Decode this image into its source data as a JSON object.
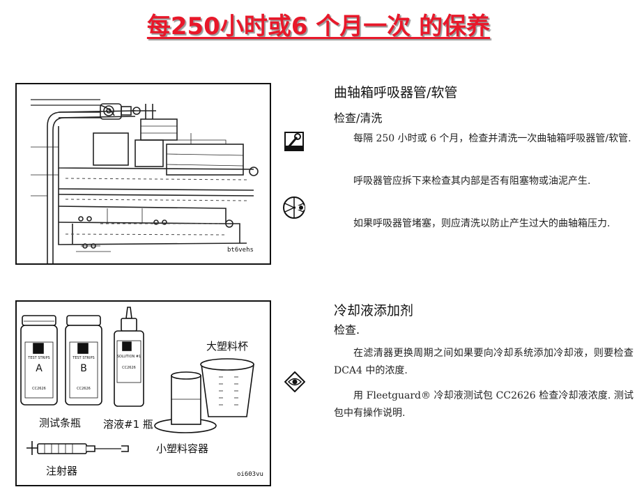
{
  "page_title": "每250小时或6 个月一次 的保养",
  "section1": {
    "heading": "曲轴箱呼吸器管/软管",
    "subheading": "检查/清洗",
    "paragraphs": [
      "每隔 250 小时或 6 个月，检查并清洗一次曲轴箱呼吸器管/软管.",
      "呼吸器管应拆下来检查其内部是否有阻塞物或油泥产生.",
      "如果呼吸器管堵塞，则应清洗以防止产生过大的曲轴箱压力."
    ],
    "figure_code": "bt6vehs",
    "icons": [
      "wrench-icon",
      "clean-icon"
    ]
  },
  "section2": {
    "heading": "冷却液添加剂",
    "subheading": "检查.",
    "paragraphs": [
      "在滤清器更换周期之间如果要向冷却系统添加冷却液，则要检查 DCA4 中的浓度.",
      "用 Fleetguard® 冷却液测试包 CC2626 检查冷却液浓度. 测试包中有操作说明."
    ],
    "figure_code": "oi603vu",
    "labels": {
      "strips": "测试条瓶",
      "solution": "溶液#1 瓶",
      "cup_large": "大塑料杯",
      "cup_small": "小塑料容器",
      "syringe": "注射器"
    },
    "bottle_texts": {
      "a_top": "TEST STRIPS",
      "a_letter": "A",
      "b_top": "TEST STRIPS",
      "b_letter": "B",
      "b_code": "CC2626",
      "a_code": "CC2626",
      "sol_top": "SOLUTION #1",
      "sol_code": "CC2626"
    },
    "icons": [
      "inspect-eye-icon"
    ]
  },
  "colors": {
    "title": "#e8182a",
    "text": "#222222",
    "border": "#111111"
  }
}
